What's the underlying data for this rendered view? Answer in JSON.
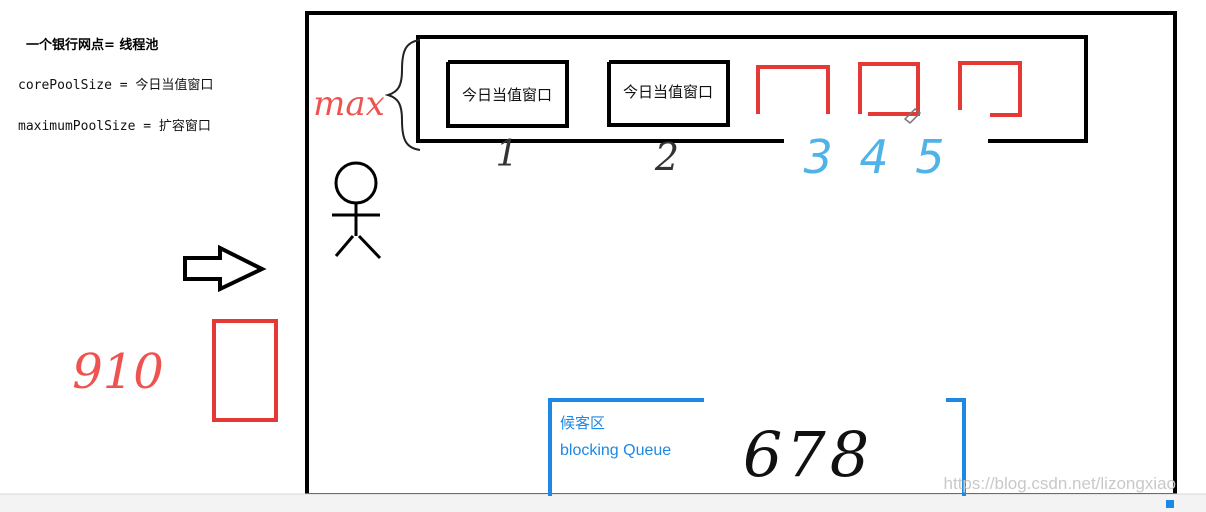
{
  "notes": {
    "title": "一个银行网点= 线程池",
    "core_line": "corePoolSize = 今日当值窗口",
    "max_line": "maximumPoolSize = 扩容窗口"
  },
  "windows": {
    "label_1": "今日当值窗口",
    "label_2": "今日当值窗口",
    "num_1": "1",
    "num_2": "2",
    "extra_nums": "3 4 5"
  },
  "annotations": {
    "max": "max",
    "overflow": "910",
    "queue_nums": "678"
  },
  "queue": {
    "title": "候客区",
    "subtitle": "blocking Queue"
  },
  "watermark": "https://blog.csdn.net/lizongxiao",
  "colors": {
    "black": "#000000",
    "red": "#e53935",
    "blue": "#1e88e5",
    "handwriting_red": "#ef5350",
    "handwriting_blue": "#4fb3e8"
  }
}
